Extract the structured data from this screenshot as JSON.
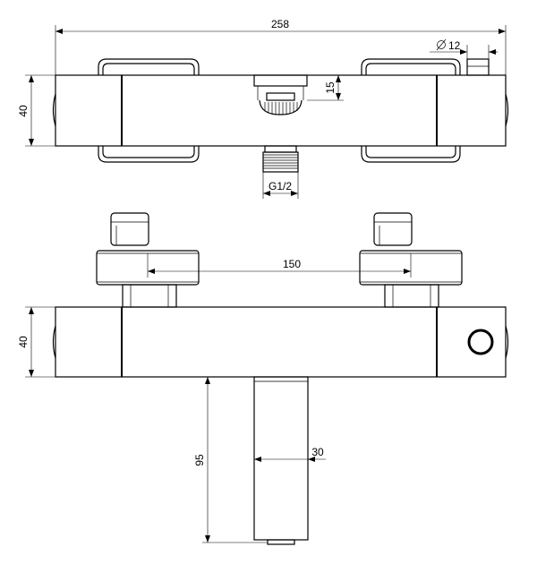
{
  "drawing": {
    "top_view": {
      "overall_width": "258",
      "height": "40",
      "handle_diameter": "12",
      "outlet_depth": "15",
      "inlet_thread": "G1/2"
    },
    "front_view": {
      "centres": "150",
      "height": "40",
      "spout_length": "95",
      "spout_width": "30"
    }
  }
}
